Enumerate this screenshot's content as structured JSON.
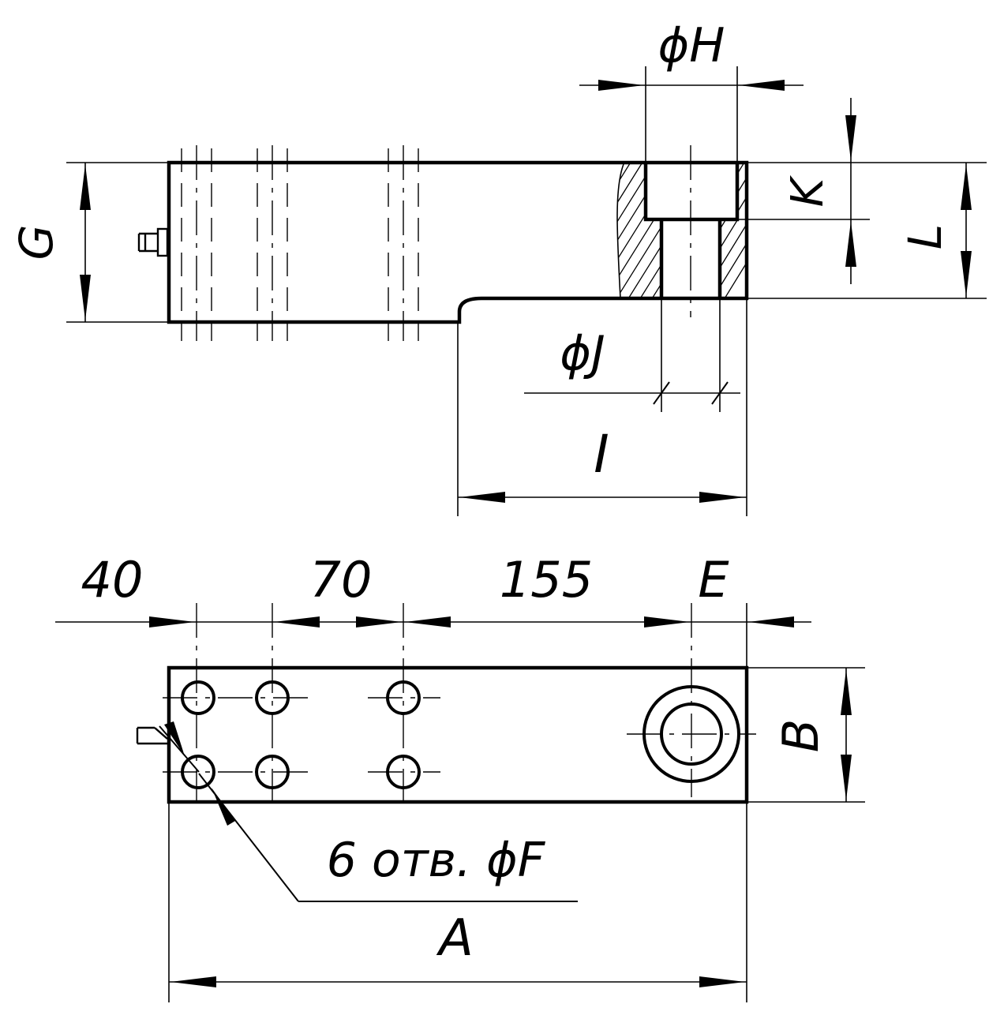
{
  "labels": {
    "G": "G",
    "phi_H": "ϕH",
    "K": "K",
    "L": "L",
    "phi_J": "ϕJ",
    "I": "I",
    "dim_40": "40",
    "dim_70": "70",
    "dim_155": "155",
    "E": "E",
    "B": "B",
    "holes_note": "6 отв. ϕF",
    "A": "A"
  },
  "colors": {
    "line": "#000000",
    "background": "#ffffff"
  }
}
